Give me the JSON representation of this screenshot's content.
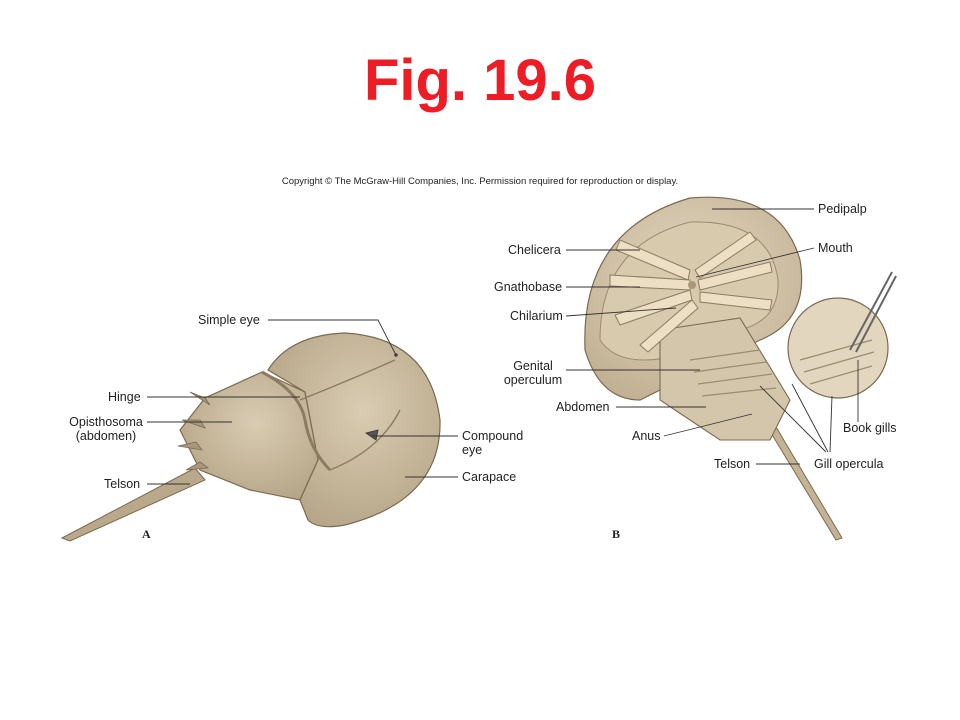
{
  "title": "Fig. 19.6",
  "copyright": "Copyright © The McGraw-Hill Companies, Inc. Permission required for reproduction or display.",
  "panel_a": {
    "letter": "A",
    "labels": {
      "simple_eye": "Simple eye",
      "hinge": "Hinge",
      "opisthosoma_1": "Opisthosoma",
      "opisthosoma_2": "(abdomen)",
      "telson": "Telson",
      "compound_eye_1": "Compound",
      "compound_eye_2": "eye",
      "carapace": "Carapace"
    }
  },
  "panel_b": {
    "letter": "B",
    "labels": {
      "pedipalp": "Pedipalp",
      "chelicera": "Chelicera",
      "mouth": "Mouth",
      "gnathobase": "Gnathobase",
      "chilarium": "Chilarium",
      "genital_1": "Genital",
      "genital_2": "operculum",
      "abdomen": "Abdomen",
      "anus": "Anus",
      "telson": "Telson",
      "book_gills": "Book gills",
      "gill_opercula": "Gill opercula"
    }
  },
  "colors": {
    "title": "#ee1c24",
    "shell": "#cdbfa4",
    "shell_dark": "#a8977a",
    "leg": "#e8d9b9",
    "line": "#333333"
  }
}
